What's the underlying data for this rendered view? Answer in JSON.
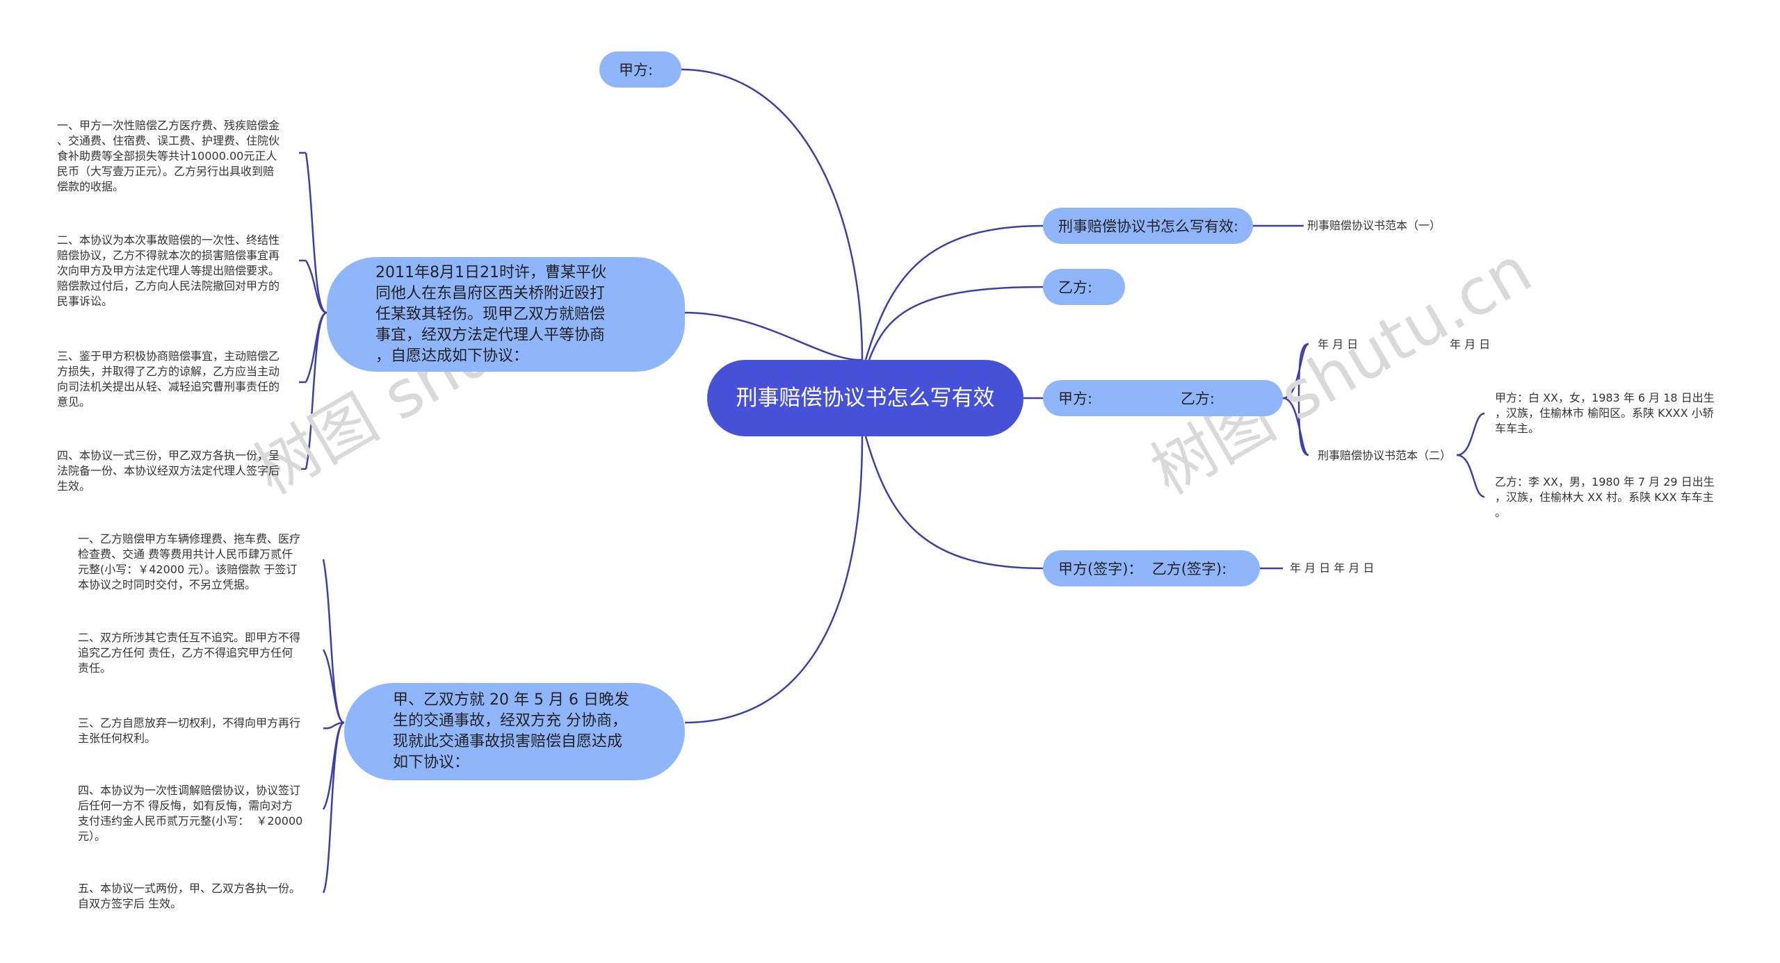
{
  "center": "刑事赔偿协议书怎么写有效",
  "right": {
    "youxiao": {
      "label": "刑事赔偿协议书怎么写有效:",
      "child": "刑事赔偿协议书范本（一）"
    },
    "yifang": "乙方:",
    "jiayi": {
      "label": "甲方:                   乙方:",
      "date_left": "年 月 日",
      "date_right": "年 月 日",
      "fanben2": "刑事赔偿协议书范本（二）",
      "jia_detail": "甲方：白 XX，女，1983 年 6 月 18 日出生\n，汉族，住榆林市 榆阳区。系陕 KXXX 小轿\n车车主。",
      "yi_detail": "乙方：李 XX，男，1980 年 7 月 29 日出生\n，汉族，住榆林大 XX 村。系陕 KXX 车车主\n。"
    },
    "qianzi": {
      "label": "甲方(签字)：  乙方(签字):",
      "child": "年 月 日 年 月 日"
    }
  },
  "left": {
    "jiafang": "甲方:",
    "case1": {
      "text": "2011年8月1日21时许，曹某平伙\n同他人在东昌府区西关桥附近殴打\n任某致其轻伤。现甲乙双方就赔偿\n事宜，经双方法定代理人平等协商\n，自愿达成如下协议：",
      "items": [
        "一、甲方一次性赔偿乙方医疗费、残疾赔偿金\n、交通费、住宿费、误工费、护理费、住院伙\n食补助费等全部损失等共计10000.00元正人\n民币（大写壹万正元）。乙方另行出具收到赔\n偿款的收据。",
        "二、本协议为本次事故赔偿的一次性、终结性\n赔偿协议，乙方不得就本次的损害赔偿事宜再\n次向甲方及甲方法定代理人等提出赔偿要求。\n赔偿款过付后，乙方向人民法院撤回对甲方的\n民事诉讼。",
        "三、鉴于甲方积极协商赔偿事宜，主动赔偿乙\n方损失，并取得了乙方的谅解，乙方应当主动\n向司法机关提出从轻、减轻追究曹刑事责任的\n意见。",
        "四、本协议一式三份，甲乙双方各执一份，呈\n法院备一份、本协议经双方法定代理人签字后\n生效。"
      ]
    },
    "case2": {
      "text": "甲、乙双方就 20 年 5 月 6 日晚发\n生的交通事故，经双方充 分协商，\n现就此交通事故损害赔偿自愿达成\n如下协议：",
      "items": [
        "一、乙方赔偿甲方车辆修理费、拖车费、医疗\n检查费、交通 费等费用共计人民币肆万贰仟\n元整(小写：￥42000 元）。该赔偿款 于签订\n本协议之时同时交付，不另立凭据。",
        "二、双方所涉其它责任互不追究。即甲方不得\n追究乙方任何 责任，乙方不得追究甲方任何\n责任。",
        "三、乙方自愿放弃一切权利，不得向甲方再行\n主张任何权利。",
        "四、本协议为一次性调解赔偿协议，协议签订\n后任何一方不 得反悔，如有反悔，需向对方\n支付违约金人民币贰万元整(小写：  ￥20000\n元）。",
        "五、本协议一式两份，甲、乙双方各执一份。\n自双方签字后 生效。"
      ]
    }
  },
  "watermark": "树图 shutu.cn",
  "colors": {
    "center": "#4751d8",
    "node": "#8fb6fb",
    "line": "#3b3fa8"
  }
}
